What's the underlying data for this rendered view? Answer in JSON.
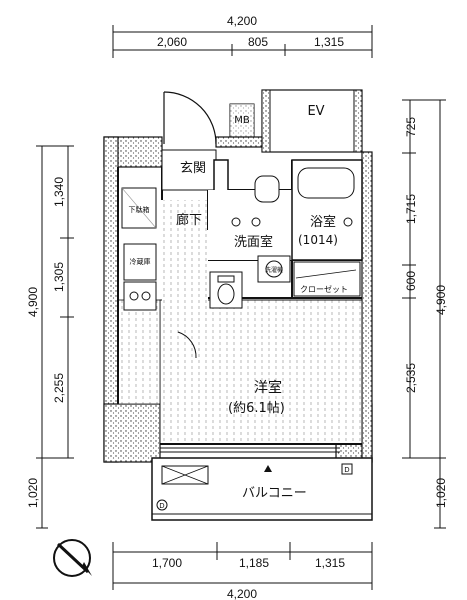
{
  "dimensions": {
    "top_total": "4,200",
    "top_segments": [
      "2,060",
      "805",
      "1,315"
    ],
    "bottom_segments": [
      "1,700",
      "1,185",
      "1,315"
    ],
    "bottom_total": "4,200",
    "left_segments": [
      "1,340",
      "1,305",
      "2,255"
    ],
    "left_total": "4,900",
    "left_balcony": "1,020",
    "right_segments": [
      "725",
      "1,715",
      "600",
      "2,535"
    ],
    "right_total": "4,900",
    "right_balcony": "1,020"
  },
  "rooms": {
    "ev": "EV",
    "mb": "MB",
    "entrance": "玄関",
    "corridor": "廊下",
    "washroom": "洗面室",
    "bath": "浴室",
    "bath_size": "(1014)",
    "closet": "クローゼット",
    "western_room": "洋室",
    "western_size": "(約6.1帖)",
    "balcony": "バルコニー",
    "shoe_box": "下駄箱",
    "fridge": "冷蔵庫",
    "washer": "洗濯機"
  },
  "markers": {
    "outlet_left": "D",
    "outlet_right": "D"
  }
}
